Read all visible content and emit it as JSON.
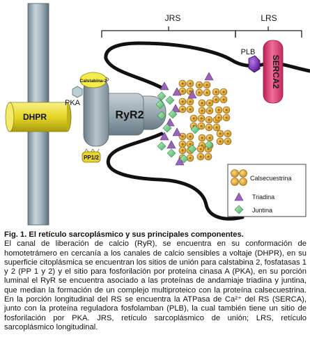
{
  "diagram": {
    "regions": {
      "jrs": "JRS",
      "lrs": "LRS"
    },
    "labels": {
      "dhpr": "DHPR",
      "pka": "PKA",
      "calstabina": "Calstabina-2",
      "ryr2": "RyR2",
      "pp12": "PP1/2",
      "plb": "PLB",
      "serca2": "SERCA2"
    },
    "legend": {
      "items": [
        {
          "name": "Calsecuestrina",
          "icon": "calsequestrin-cluster-icon"
        },
        {
          "name": "Triadina",
          "icon": "triangle-icon"
        },
        {
          "name": "Juntina",
          "icon": "diamond-icon"
        }
      ]
    },
    "colors": {
      "dhpr": "#f0e030",
      "ryr2": "#9aa8b0",
      "serca2": "#e5457a",
      "plb": "#7a2bb8",
      "calsequestrin": "#e8b030",
      "triadin": "#9060b0",
      "junctin": "#7fcf8f",
      "membrane": "#111111"
    }
  },
  "caption": {
    "title": "Fig. 1. El retículo sarcoplásmico y sus principales componentes.",
    "body": "El canal de liberación de calcio (RyR), se encuentra en su conformación de homotetrámero en cercanía a los canales de calcio sensibles a voltaje (DHPR), en su superficie citoplásmica se encuentran los sitios de unión para calstabina 2, fosfatasas 1 y 2 (PP 1 y 2) y el sitio para fosforilación por proteína cinasa A (PKA), en su porción luminal el RyR se encuentra asociado a las proteínas de andamiaje triadina y juntina, que median la formación de un complejo multiproteico con la proteína calsecuestrina. En la porción longitudinal del RS se encuentra la ATPasa de Ca²⁺ del RS (SERCA), junto con la proteína reguladora fosfolamban (PLB), la cual también tiene un sitio de fosforilación por PKA. JRS, retículo sarcoplásmico de unión; LRS, retículo sarcoplásmico longitudinal."
  }
}
